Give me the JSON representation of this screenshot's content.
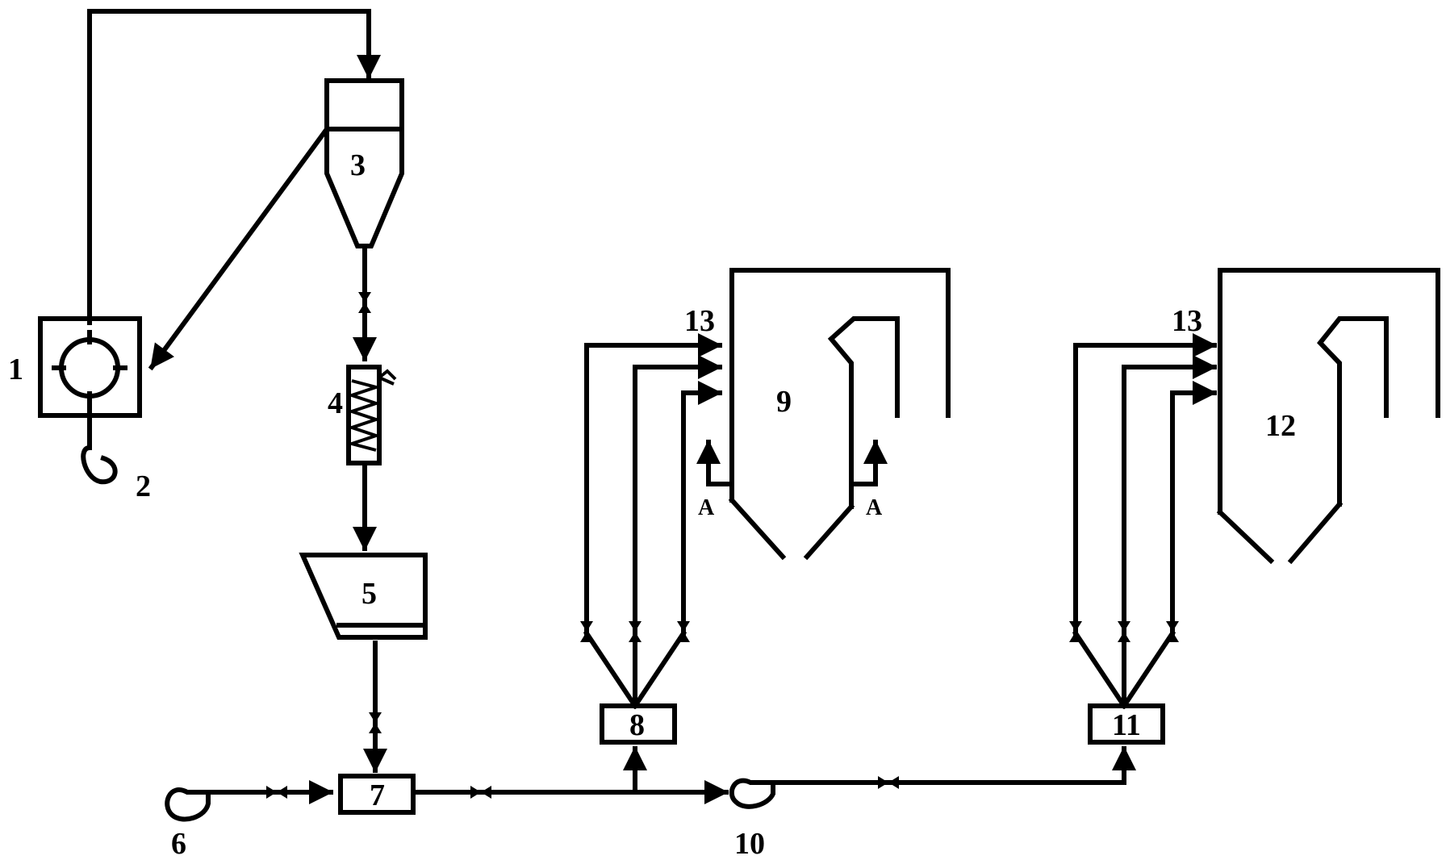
{
  "diagram": {
    "labels": {
      "n1": "1",
      "n2": "2",
      "n3": "3",
      "n4": "4",
      "n5": "5",
      "n6": "6",
      "n7": "7",
      "n8": "8",
      "n9": "9",
      "n10": "10",
      "n11": "11",
      "n12": "12",
      "n13a": "13",
      "n13b": "13",
      "a1": "A",
      "a2": "A"
    }
  }
}
